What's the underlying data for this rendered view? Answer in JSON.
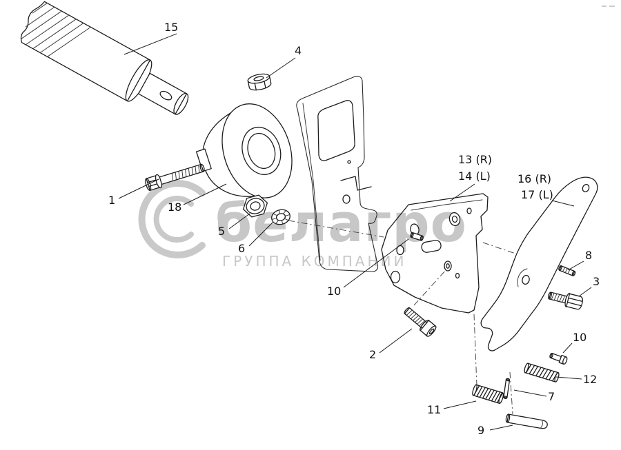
{
  "colors": {
    "line": "#1c1c1c",
    "watermark": "#c7c7c7",
    "background": "#ffffff"
  },
  "watermark": {
    "brand": "белагро",
    "subtitle": "ГРУППА КОМПАНИЙ"
  },
  "callouts": {
    "c15": "15",
    "c4": "4",
    "c1": "1",
    "c18": "18",
    "c5": "5",
    "c6": "6",
    "c10a": "10",
    "c13": "13 (R)",
    "c14": "14 (L)",
    "c16": "16 (R)",
    "c17": "17 (L)",
    "c8": "8",
    "c3": "3",
    "c10b": "10",
    "c12": "12",
    "c7": "7",
    "c11": "11",
    "c9": "9",
    "c2": "2"
  }
}
